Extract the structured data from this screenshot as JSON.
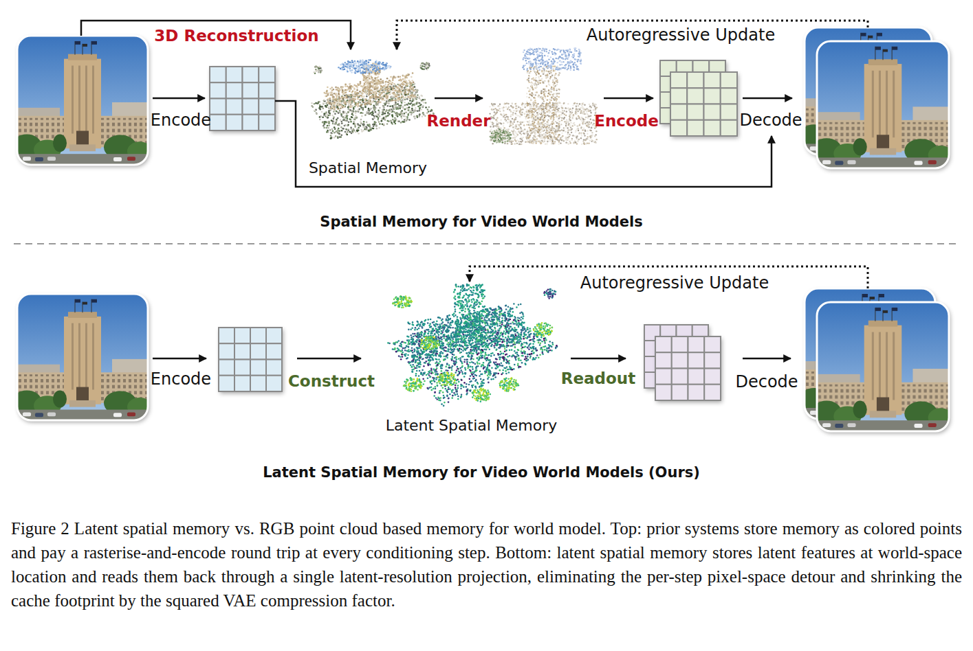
{
  "diagram": {
    "caption": "Figure 2 Latent spatial memory vs. RGB point cloud based memory for world model. Top: prior systems store memory as colored points and pay a rasterise-and-encode round trip at every conditioning step. Bottom: latent spatial memory stores latent features at world-space location and reads them back through a single latent-resolution projection, eliminating the per-step pixel-space detour and shrinking the cache footprint by the squared VAE compression factor.",
    "nodes": [
      {
        "text": [
          "Spatial Memory"
        ]
      },
      {
        "text": [
          "Latent Spatial Memory"
        ]
      }
    ],
    "labels": [
      "3D Reconstruction",
      "Autoregressive Update",
      "Encode",
      "Render",
      "Encode",
      "Decode",
      "Spatial Memory for Video World Models",
      "Autoregressive Update",
      "Encode",
      "Construct",
      "Readout",
      "Decode",
      "Latent Spatial Memory for Video World Models (Ours)"
    ]
  }
}
